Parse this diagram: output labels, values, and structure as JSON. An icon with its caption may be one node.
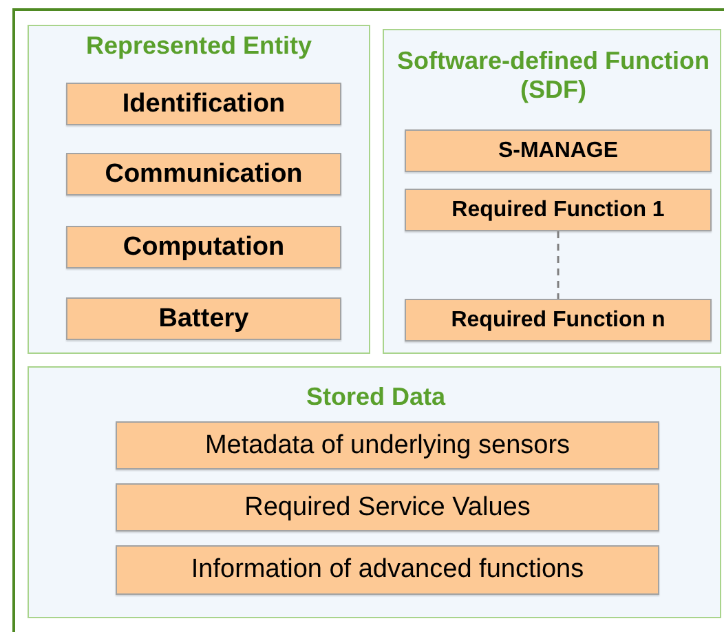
{
  "diagram": {
    "nodes": [
      {
        "text": [],
        "shape": "box"
      },
      {
        "text": [
          "Represented Entity"
        ],
        "in": 0
      },
      {
        "text": [
          "Identification"
        ],
        "in": 1
      },
      {
        "text": [
          "Communication"
        ],
        "in": 1
      },
      {
        "text": [
          "Computation"
        ],
        "in": 1
      },
      {
        "text": [
          "Battery"
        ],
        "in": 1
      },
      {
        "text": [
          "Software-defined Function (SDF)"
        ],
        "in": 0
      },
      {
        "text": [
          "S-MANAGE"
        ],
        "in": 6
      },
      {
        "text": [
          "Required Function 1"
        ],
        "in": 6
      },
      {
        "text": [
          "Required Function n"
        ],
        "in": 6
      },
      {
        "text": [
          "Stored Data"
        ],
        "in": 0
      },
      {
        "text": [
          "Metadata of underlying sensors"
        ],
        "in": 10
      },
      {
        "text": [
          "Required Service Values"
        ],
        "in": 10
      },
      {
        "text": [
          "Information of advanced functions"
        ],
        "in": 10
      }
    ],
    "edges": [
      {
        "from": 8,
        "to": 9,
        "arrow": "none",
        "style": "dashed",
        "color": "#808080"
      }
    ]
  }
}
